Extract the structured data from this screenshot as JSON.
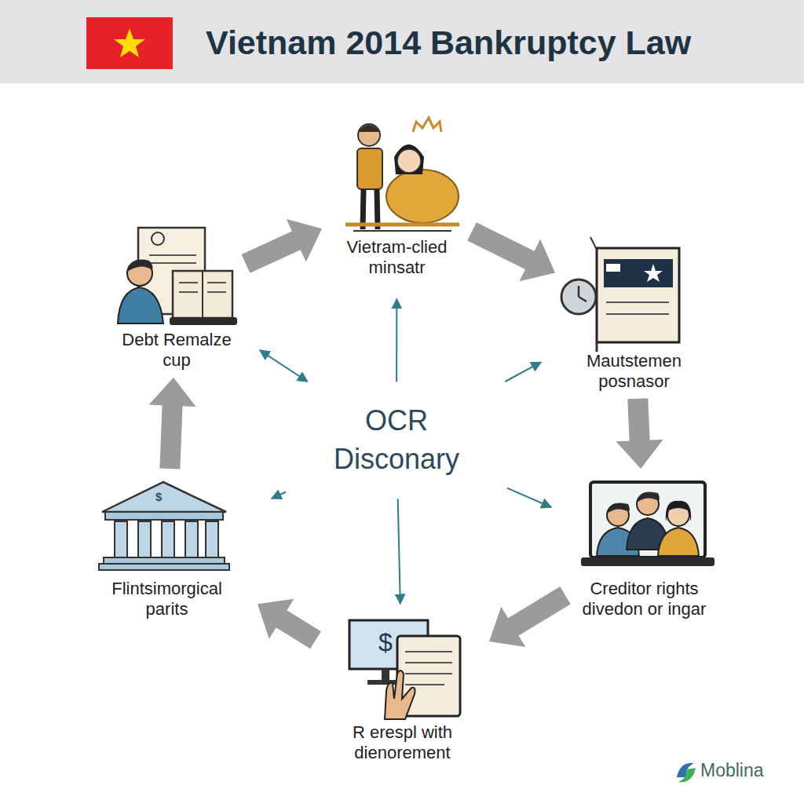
{
  "diagram": {
    "title": "Vietnam 2014 Bankruptcy Law",
    "nodes": [
      {
        "text": [
          "Vietram-clied minsatr"
        ]
      },
      {
        "text": [
          "Debt Remalze cup"
        ]
      },
      {
        "text": [
          "Mautstemen posnasor"
        ]
      },
      {
        "text": [
          "OCR Disconary"
        ]
      },
      {
        "text": [
          "Flintsimorgical parits"
        ]
      },
      {
        "text": [
          "Creditor rights divedon or ingar"
        ]
      },
      {
        "text": [
          "R erespl with dienorement"
        ]
      }
    ],
    "edges": [
      {
        "from": 1,
        "to": 0,
        "arrow": "to"
      },
      {
        "from": 0,
        "to": 2,
        "arrow": "to"
      },
      {
        "from": 2,
        "to": 5,
        "arrow": "to"
      },
      {
        "from": 5,
        "to": 6,
        "arrow": "to"
      },
      {
        "from": 6,
        "to": 4,
        "arrow": "to"
      },
      {
        "from": 4,
        "to": 1,
        "arrow": "to"
      },
      {
        "from": 3,
        "to": 0,
        "arrow": "to"
      },
      {
        "from": 3,
        "to": 1,
        "arrow": "both"
      },
      {
        "from": 3,
        "to": 2,
        "arrow": "to"
      },
      {
        "from": 3,
        "to": 5,
        "arrow": "to"
      },
      {
        "from": 3,
        "to": 6,
        "arrow": "to"
      },
      {
        "from": 3,
        "to": 4,
        "arrow": "to"
      }
    ],
    "labels": [
      "$",
      "$",
      "Moblina"
    ]
  }
}
